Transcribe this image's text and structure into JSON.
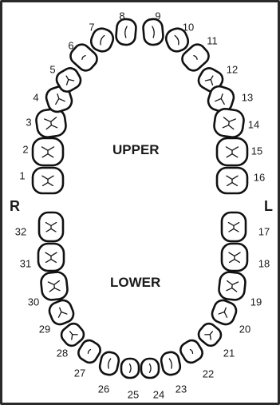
{
  "labels": {
    "upper": "UPPER",
    "lower": "LOWER",
    "right": "R",
    "left": "L"
  },
  "teeth": [
    {
      "num": "1",
      "kind": "molar"
    },
    {
      "num": "2",
      "kind": "molar"
    },
    {
      "num": "3",
      "kind": "molar"
    },
    {
      "num": "4",
      "kind": "premolar"
    },
    {
      "num": "5",
      "kind": "premolar"
    },
    {
      "num": "6",
      "kind": "canine"
    },
    {
      "num": "7",
      "kind": "incisor"
    },
    {
      "num": "8",
      "kind": "incisor"
    },
    {
      "num": "9",
      "kind": "incisor"
    },
    {
      "num": "10",
      "kind": "incisor"
    },
    {
      "num": "11",
      "kind": "canine"
    },
    {
      "num": "12",
      "kind": "premolar"
    },
    {
      "num": "13",
      "kind": "premolar"
    },
    {
      "num": "14",
      "kind": "molar"
    },
    {
      "num": "15",
      "kind": "molar"
    },
    {
      "num": "16",
      "kind": "molar"
    },
    {
      "num": "17",
      "kind": "molar"
    },
    {
      "num": "18",
      "kind": "molar"
    },
    {
      "num": "19",
      "kind": "molar"
    },
    {
      "num": "20",
      "kind": "premolar"
    },
    {
      "num": "21",
      "kind": "premolar"
    },
    {
      "num": "22",
      "kind": "canine"
    },
    {
      "num": "23",
      "kind": "incisor"
    },
    {
      "num": "24",
      "kind": "incisor"
    },
    {
      "num": "25",
      "kind": "incisor"
    },
    {
      "num": "26",
      "kind": "incisor"
    },
    {
      "num": "27",
      "kind": "canine"
    },
    {
      "num": "28",
      "kind": "premolar"
    },
    {
      "num": "29",
      "kind": "premolar"
    },
    {
      "num": "30",
      "kind": "molar"
    },
    {
      "num": "31",
      "kind": "molar"
    },
    {
      "num": "32",
      "kind": "molar"
    }
  ]
}
